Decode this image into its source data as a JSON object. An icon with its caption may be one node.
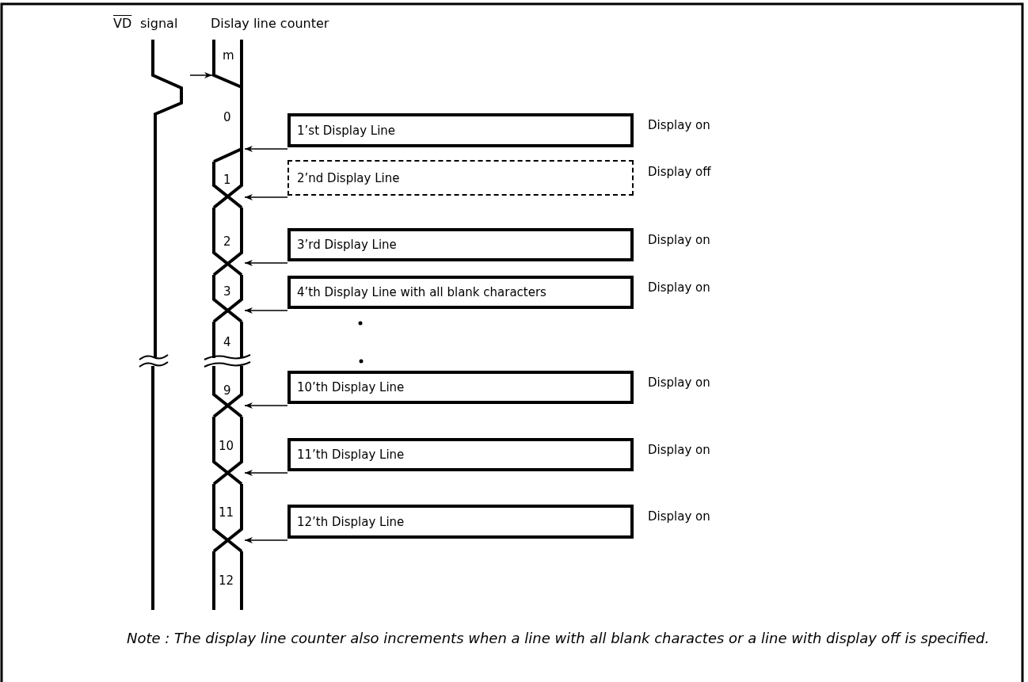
{
  "diagram": {
    "caption": "Note : The display line counter also increments when a line with all blank charactes or a line with display off is specified.",
    "nodes": [
      {
        "text": [],
        "shape": "waveform"
      },
      {
        "text": [],
        "shape": "waveform"
      },
      {
        "text": [
          "1’st Display Line"
        ],
        "beside": [
          "Display on"
        ]
      },
      {
        "text": [
          "2’nd Display Line"
        ],
        "beside": [
          "Display off"
        ]
      },
      {
        "text": [
          "3’rd Display Line"
        ],
        "beside": [
          "Display on"
        ]
      },
      {
        "text": [
          "4’th Display Line with all blank characters"
        ],
        "beside": [
          "Display on"
        ]
      },
      {
        "text": [
          "10’th Display Line"
        ],
        "beside": [
          "Display on"
        ]
      },
      {
        "text": [
          "11’th Display Line"
        ],
        "beside": [
          "Display on"
        ]
      },
      {
        "text": [
          "12’th Display Line"
        ],
        "beside": [
          "Display on"
        ]
      }
    ],
    "edges": [
      {
        "from": 0,
        "to": 1,
        "arrow": "to"
      },
      {
        "from": 2,
        "to": 1,
        "arrow": "to"
      },
      {
        "from": 3,
        "to": 1,
        "arrow": "to"
      },
      {
        "from": 4,
        "to": 1,
        "arrow": "to"
      },
      {
        "from": 5,
        "to": 1,
        "arrow": "to"
      },
      {
        "from": 6,
        "to": 1,
        "arrow": "to"
      },
      {
        "from": 7,
        "to": 1,
        "arrow": "to"
      },
      {
        "from": 8,
        "to": 1,
        "arrow": "to"
      }
    ],
    "labels": [
      "VD",
      "signal",
      "Dislay line counter",
      "m",
      "0",
      "1",
      "2",
      "3",
      "4",
      "9",
      "10",
      "11",
      "12"
    ]
  }
}
